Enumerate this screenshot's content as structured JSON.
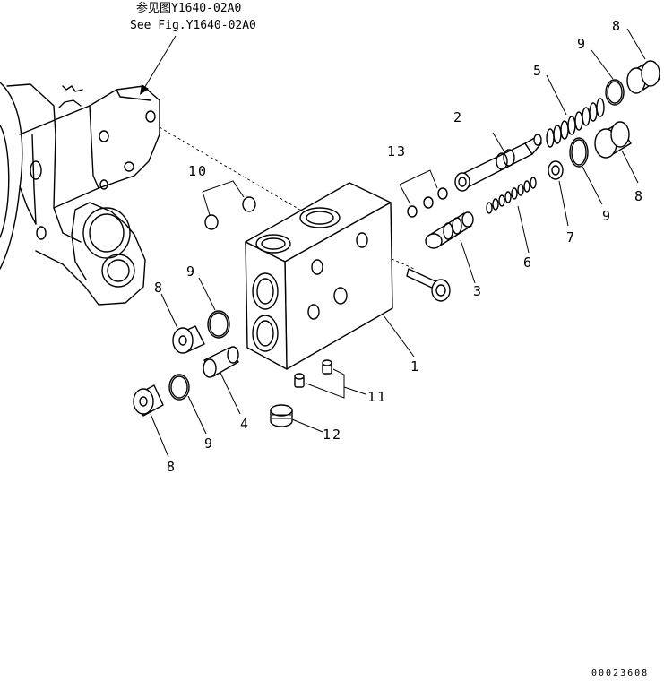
{
  "reference": {
    "line1": "参见图Y1640-02A0",
    "line2": "See Fig.Y1640-02A0"
  },
  "callouts": {
    "c1": "1",
    "c2": "2",
    "c3": "3",
    "c4": "4",
    "c5": "5",
    "c6": "6",
    "c7": "7",
    "c8a": "8",
    "c8b": "8",
    "c8c": "8",
    "c8d": "8",
    "c9a": "9",
    "c9b": "9",
    "c9c": "9",
    "c9d": "9",
    "c10": "10",
    "c11": "11",
    "c12": "12",
    "c13": "13"
  },
  "drawing_code": "00023608"
}
